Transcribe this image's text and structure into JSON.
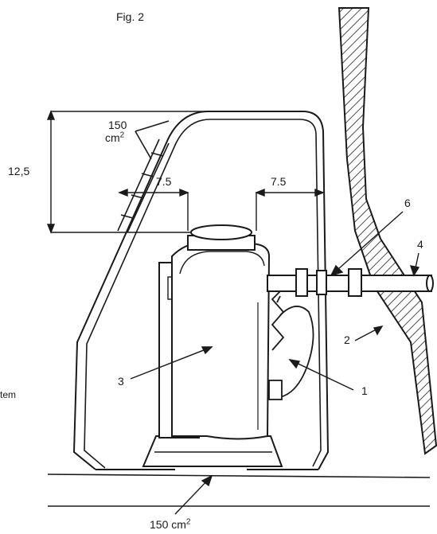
{
  "figure": {
    "title": "Fig. 2",
    "dimensions": {
      "height": "12,5",
      "clear_left": "7.5",
      "clear_right": "7.5"
    },
    "areas": {
      "vent_top_value": "150",
      "vent_top_unit": "cm",
      "vent_top_exp": "2",
      "vent_bottom_value": "150 cm",
      "vent_bottom_exp": "2"
    },
    "callouts": [
      "1",
      "2",
      "3",
      "4",
      "6"
    ],
    "left_edge_text": "tem"
  }
}
